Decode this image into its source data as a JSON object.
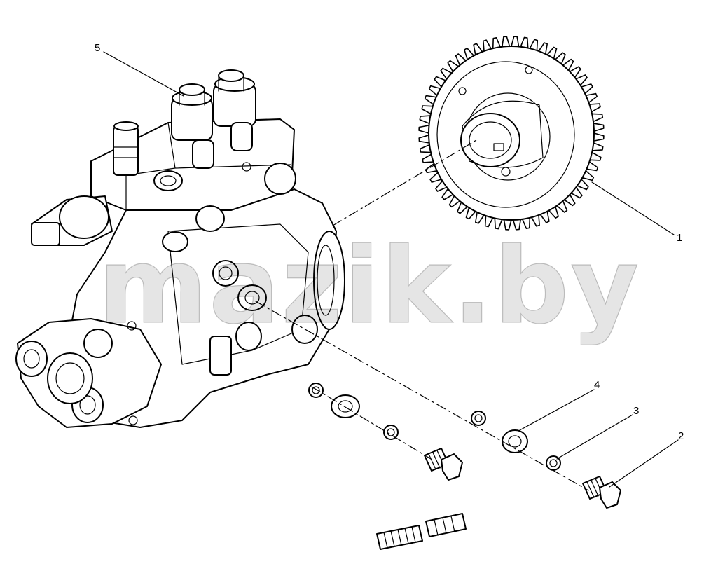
{
  "callouts": [
    {
      "number": "1",
      "part": "gear"
    },
    {
      "number": "2",
      "part": "banjo-bolt"
    },
    {
      "number": "3",
      "part": "sealing-washer"
    },
    {
      "number": "4",
      "part": "oil-pipe"
    },
    {
      "number": "5",
      "part": "injection-pump"
    }
  ],
  "watermark": "mazik.by",
  "colors": {
    "line": "#000000",
    "background": "#ffffff"
  }
}
